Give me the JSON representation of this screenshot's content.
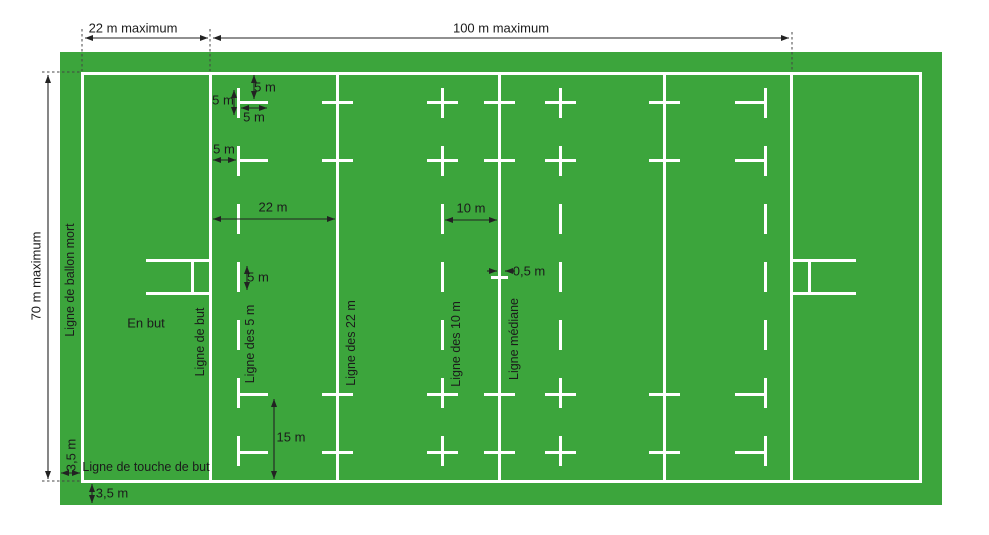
{
  "colors": {
    "grass": "#3CA53C",
    "field_line": "#FFFFFF",
    "annotation": "#1B1B1B"
  },
  "overall_dimensions": {
    "in_goal_width": "22 m maximum",
    "field_length": "100 m maximum",
    "field_width": "70 m maximum"
  },
  "line_names": {
    "dead_ball": "Ligne de ballon mort",
    "in_goal": "En but",
    "goal": "Ligne de but",
    "five": "Ligne des 5 m",
    "twenty_two": "Ligne des 22 m",
    "ten": "Ligne des 10 m",
    "median": "Ligne médiane",
    "goal_touch": "Ligne de touche de but"
  },
  "dimensions": {
    "five_m": "5 m",
    "twenty_two_m": "22 m",
    "ten_m": "10 m",
    "half_m": "0,5 m",
    "fifteen_m": "15 m",
    "three_half_m": "3,5 m"
  }
}
